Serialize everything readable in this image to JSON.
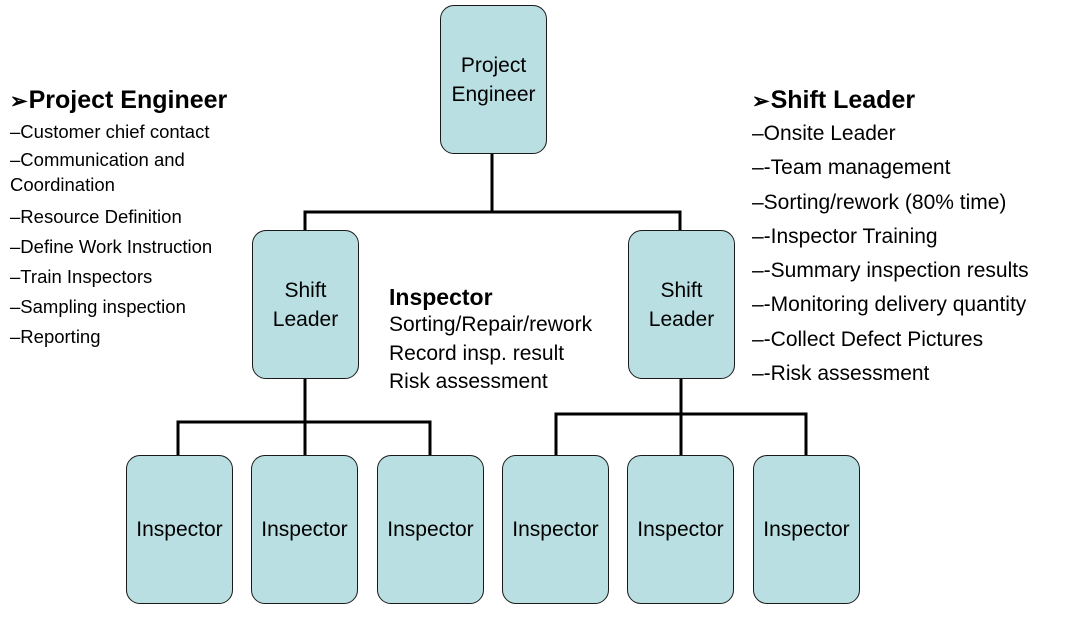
{
  "nodes": {
    "project_engineer": "Project\nEngineer",
    "shift_leader_left": "Shift\nLeader",
    "shift_leader_right": "Shift\nLeader",
    "inspectors": [
      "Inspector",
      "Inspector",
      "Inspector",
      "Inspector",
      "Inspector",
      "Inspector"
    ]
  },
  "project_engineer_block": {
    "bullet": "➢",
    "title": "Project Engineer",
    "items": [
      "–Customer chief contact",
      "–Communication and",
      "Coordination",
      "–Resource Definition",
      "–Define Work Instruction",
      "–Train Inspectors",
      "–Sampling inspection",
      "–Reporting"
    ]
  },
  "inspector_block": {
    "title": "Inspector",
    "items": [
      "Sorting/Repair/rework",
      "Record insp. result",
      "Risk assessment"
    ]
  },
  "shift_leader_block": {
    "bullet": "➢",
    "title": "Shift Leader",
    "items": [
      "–Onsite Leader",
      "–-Team management",
      "–Sorting/rework (80% time)",
      "–-Inspector Training",
      "–-Summary inspection results",
      "–-Monitoring delivery quantity",
      "–-Collect Defect Pictures",
      "–-Risk assessment"
    ]
  },
  "colors": {
    "box_fill": "#b9dfe2",
    "line": "#000000"
  }
}
